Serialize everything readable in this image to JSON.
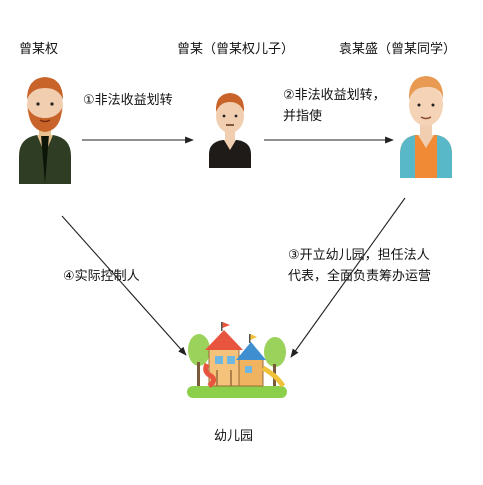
{
  "people": {
    "father": "曾某权",
    "son": "曾某（曾某权儿子）",
    "classmate": "袁某盛（曾某同学）"
  },
  "target": "幼儿园",
  "edges": {
    "e1": "①非法收益划转",
    "e2_line1": "②非法收益划转，",
    "e2_line2": "并指使",
    "e3_line1": "③开立幼儿园，担任法人",
    "e3_line2": "代表，全面负责筹办运营",
    "e4": "④实际控制人"
  }
}
